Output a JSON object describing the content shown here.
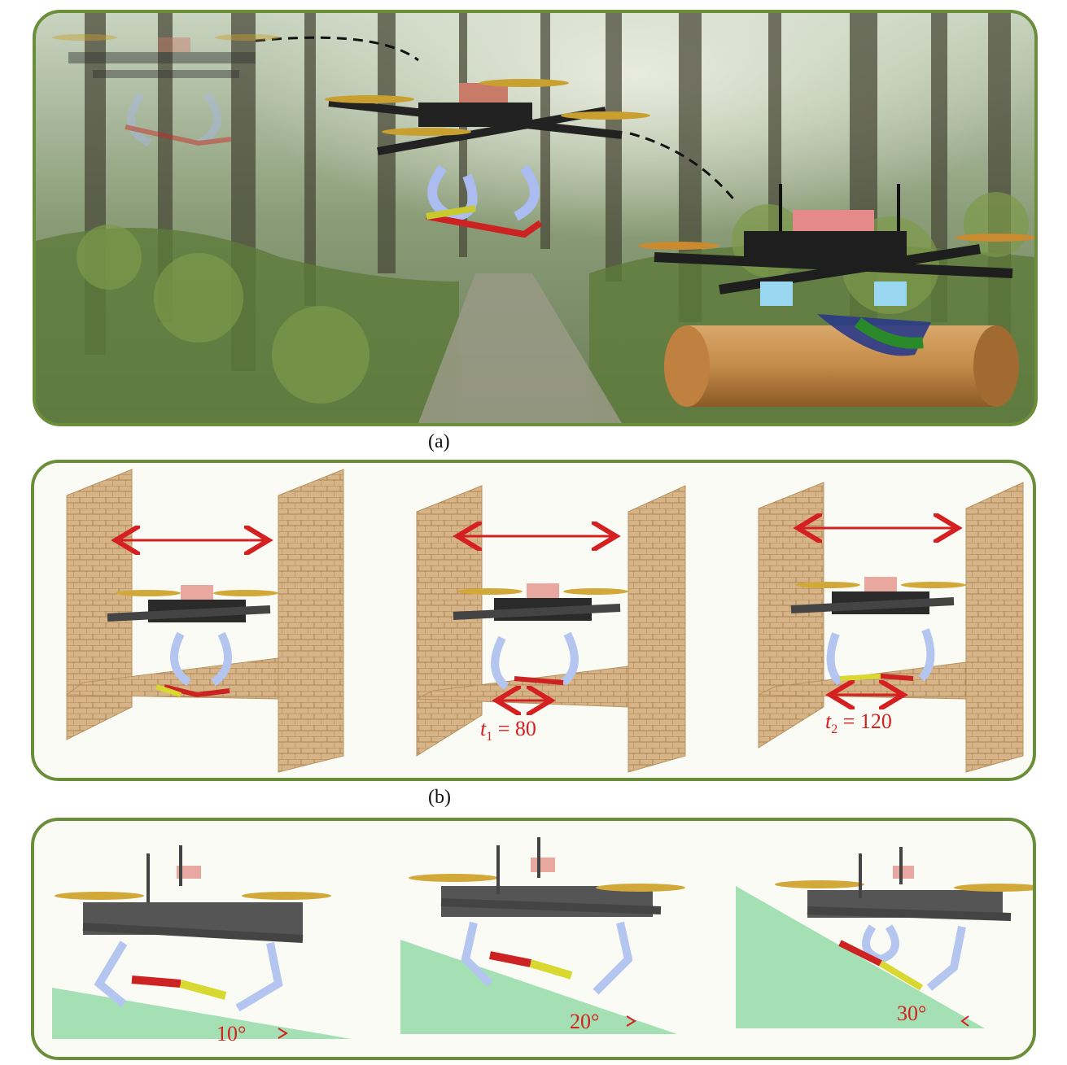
{
  "captions": {
    "a": "(a)",
    "b": "(b)"
  },
  "panel_b": {
    "labels": [
      {
        "var": "t",
        "sub": "1",
        "eq": " = 80"
      },
      {
        "var": "t",
        "sub": "2",
        "eq": " = 120"
      }
    ]
  },
  "panel_c": {
    "angles": [
      "10°",
      "20°",
      "30°"
    ]
  },
  "colors": {
    "border": "#6b8e3a",
    "arrow": "#d42020",
    "slope": "#8fd9a3",
    "wall": "#d9b88a"
  }
}
